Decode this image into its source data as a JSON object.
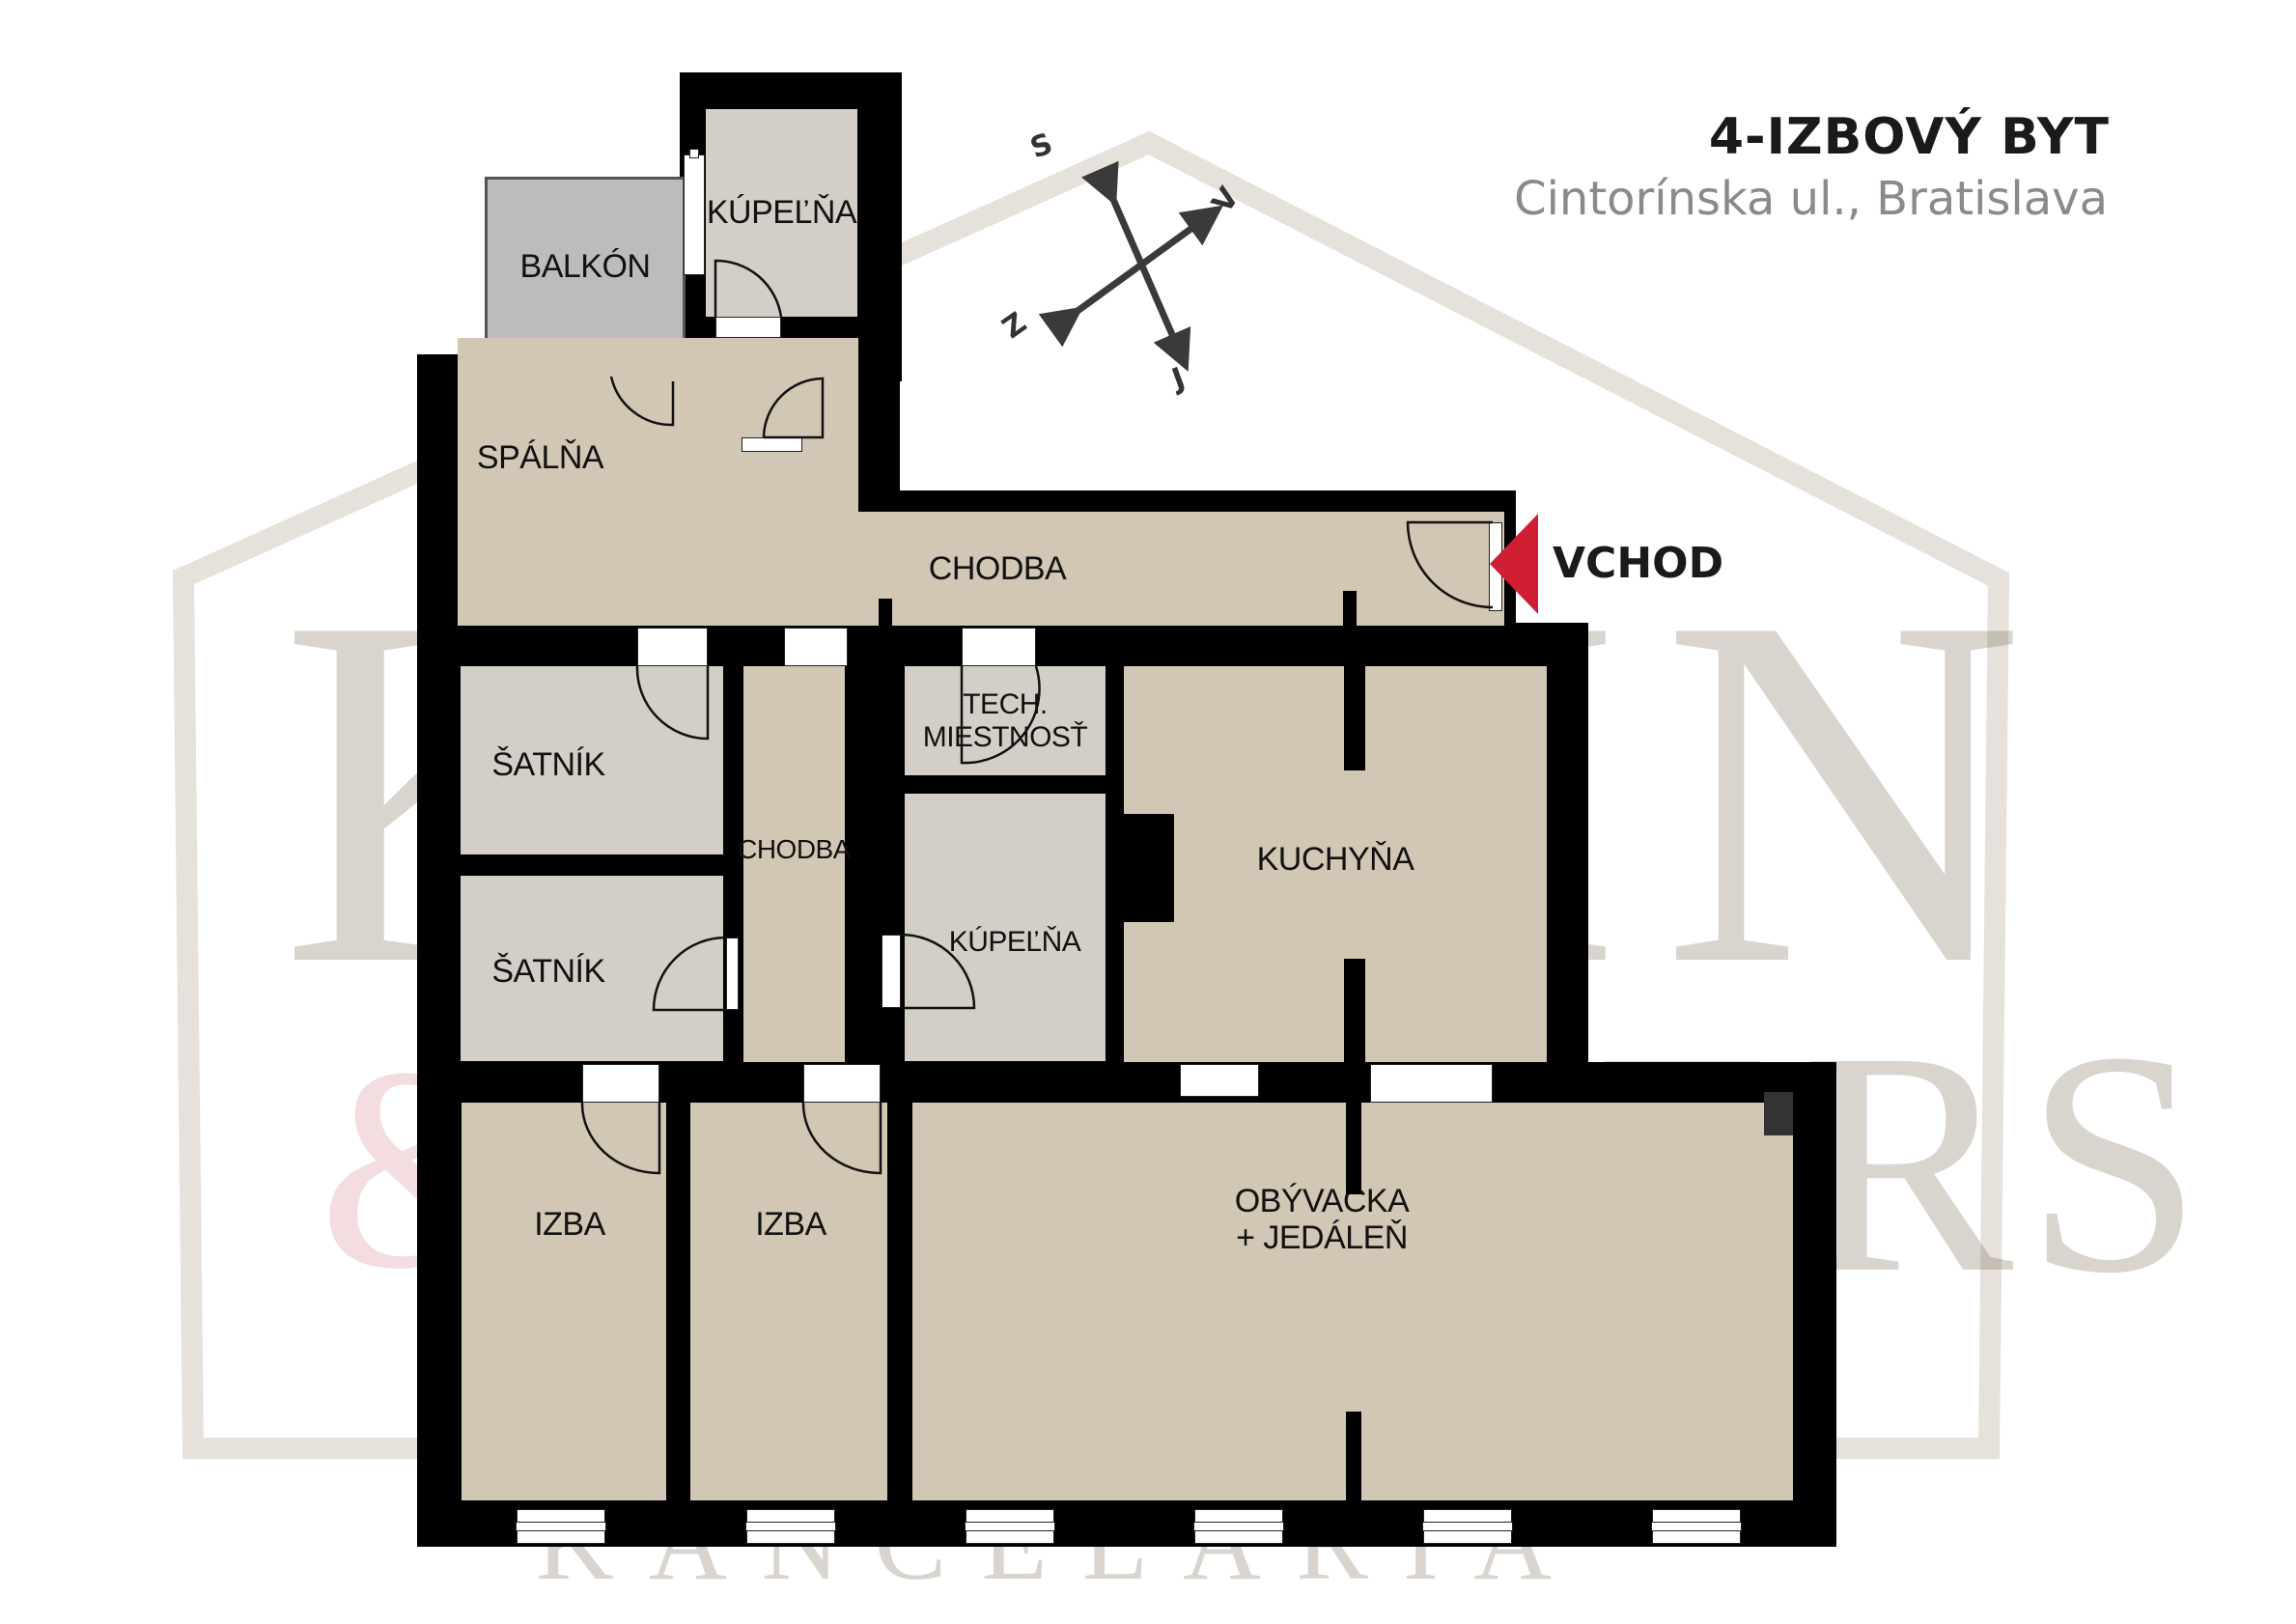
{
  "header": {
    "title": "4-IZBOVÝ BYT",
    "subtitle": "Cintorínska ul., Bratislava"
  },
  "compass": {
    "north": "S",
    "east": "V",
    "south": "J",
    "west": "Z"
  },
  "entrance": {
    "label": "VCHOD",
    "marker_color": "#d01f32"
  },
  "rooms": {
    "balkon": "BALKÓN",
    "kupelna_top": "KÚPEĽŇA",
    "spalna": "SPÁLŇA",
    "chodba_main": "CHODBA",
    "satnik_1": "ŠATNÍK",
    "satnik_2": "ŠATNÍK",
    "chodba_inner": "CHODBA",
    "tech_line1": "TECH.",
    "tech_line2": "MIESTNOSŤ",
    "kupelna_mid": "KÚPEĽŇA",
    "kuchyna": "KUCHYŇA",
    "izba_1": "IZBA",
    "izba_2": "IZBA",
    "obyvacka_line1": "OBÝVAČKA",
    "obyvacka_line2": "+ JEDÁLEŇ"
  },
  "watermark": {
    "brand_line1": "KARIN",
    "ampersand": "&",
    "brand_line2": "PARTNERS",
    "tagline": "REALITNÁ KANCELÁRIA"
  },
  "colors": {
    "wall": "#000000",
    "room_warm": "#d2c6b4",
    "room_grey": "#d3cfc7",
    "balcony": "#bcbcbc",
    "entrance_red": "#d01f32",
    "watermark": "#c9bfb2"
  }
}
